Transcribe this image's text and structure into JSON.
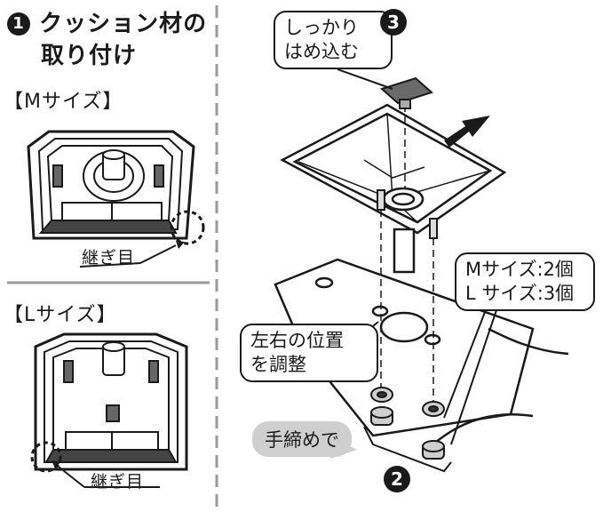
{
  "step1": {
    "badge": "1",
    "title_line1": "クッション材の",
    "title_line2": "取り付け"
  },
  "m_size_label": "【Mサイズ】",
  "l_size_label": "【Lサイズ】",
  "seam_label": "継ぎ目",
  "step3": {
    "badge": "3",
    "line1": "しっかり",
    "line2": "はめ込む"
  },
  "adjust": {
    "line1": "左右の位置",
    "line2": "を調整"
  },
  "count": {
    "line1": "Mサイズ:2個",
    "line2": "L サイズ:3個"
  },
  "hand_tighten": "手締めで",
  "step2_badge": "2"
}
